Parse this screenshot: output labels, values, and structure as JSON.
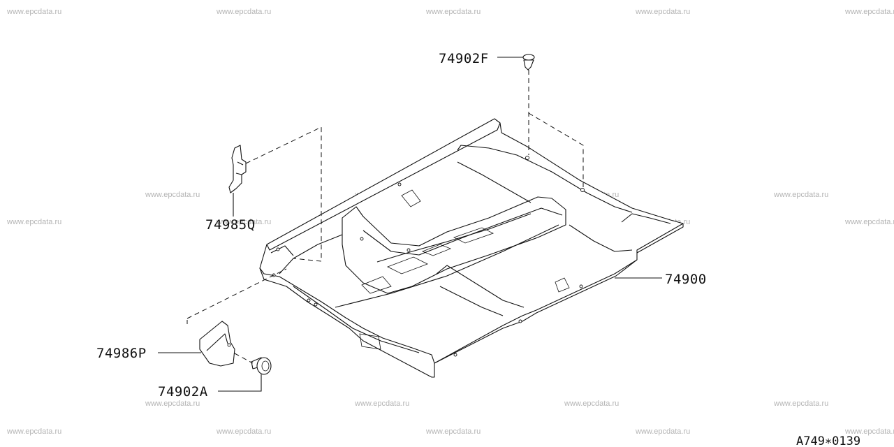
{
  "watermark": {
    "text": "www.epcdata.ru"
  },
  "labels": {
    "part_74902F": "74902F",
    "part_74985Q": "74985Q",
    "part_74900": "74900",
    "part_74986P": "74986P",
    "part_74902A": "74902A"
  },
  "diagram_code": "A749∗0139"
}
